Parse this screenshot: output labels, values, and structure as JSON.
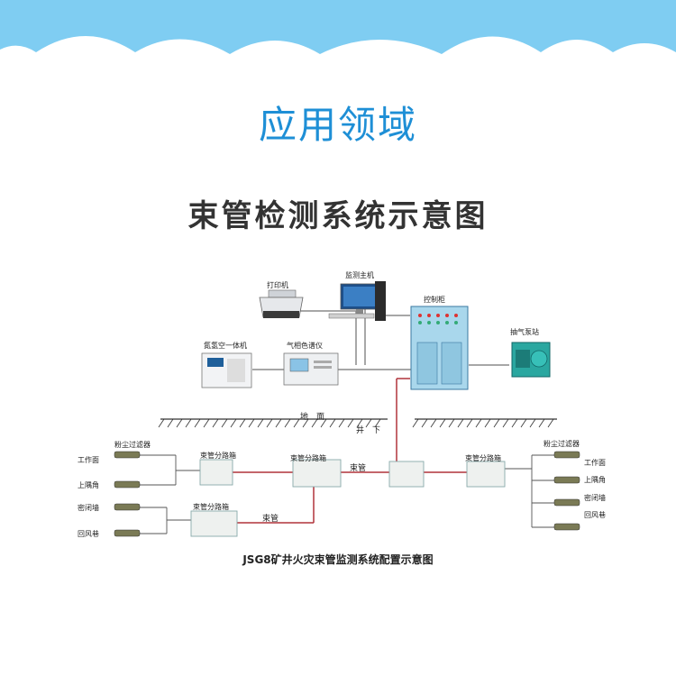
{
  "section_title": "应用领域",
  "diagram_title": "束管检测系统示意图",
  "caption": "JSG8矿井火灾束管监测系统配置示意图",
  "colors": {
    "banner": "#7fcdf2",
    "title_blue": "#1e8fd6",
    "tube_line": "#b0333a",
    "connector": "#8a8a8a"
  },
  "equipment": {
    "printer": "打印机",
    "monitor_host": "监测主机",
    "control_cabinet": "控制柜",
    "pump_station": "抽气泵站",
    "gas_chromatograph": "气相色谱仪",
    "nitrogen_unit": "氮氢空一体机"
  },
  "ground": {
    "surface": "地　面",
    "underground": "井　下"
  },
  "junction_box": "束管分路箱",
  "tube": "束管",
  "left_points": {
    "filter": "粉尘过滤器",
    "items": [
      "工作面",
      "上隅角",
      "密闭墙",
      "回风巷"
    ]
  },
  "right_points": {
    "filter": "粉尘过滤器",
    "items": [
      "工作面",
      "上隅角",
      "密闭墙",
      "回风巷"
    ]
  }
}
